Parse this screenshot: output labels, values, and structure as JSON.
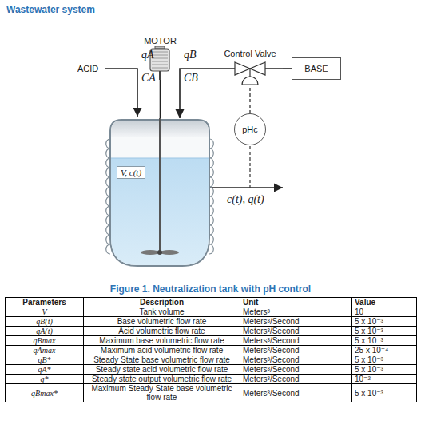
{
  "diagram": {
    "title": "Wastewater system",
    "caption": "Figure 1. Neutralization tank with pH control",
    "nodes": [
      {
        "text": [
          "MOTOR"
        ]
      },
      {
        "text": [
          "V, c(t)"
        ]
      },
      {
        "text": [
          "Control Valve"
        ]
      },
      {
        "text": [
          "BASE"
        ]
      },
      {
        "text": [
          "pHc"
        ]
      }
    ],
    "edges": [
      {
        "from": 0,
        "to": 1,
        "arrow": "none"
      },
      {
        "from": 3,
        "to": 2,
        "arrow": "none"
      },
      {
        "from": 2,
        "to": 1,
        "arrow": "to"
      },
      {
        "from": 4,
        "to": 2,
        "arrow": "none"
      }
    ],
    "labels": [
      "ACID",
      "qA",
      "CA",
      "qB",
      "CB",
      "c(t), q(t)",
      "Parameters",
      "Description",
      "Unit",
      "Value",
      "V",
      "Tank volume",
      "Meters³",
      "10",
      "qB(t)",
      "Base volumetric flow rate",
      "Meters³/Second",
      "5 x 10⁻³",
      "qA(t)",
      "Acid volumetric flow rate",
      "Meters³/Second",
      "5 x 10⁻³",
      "qBmax",
      "Maximum base volumetric flow rate",
      "Meters³/Second",
      "5 x 10⁻³",
      "qAmax",
      "Maximum acid volumetric flow rate",
      "Meters³/Second",
      "25 x 10⁻⁴",
      "qB*",
      "Steady State base volumetric flow rate",
      "Meters³/Second",
      "5 x 10⁻³",
      "qA*",
      "Steady state acid volumetric flow rate",
      "Meters³/Second",
      "5 x 10⁻³",
      "q*",
      "Steady state output volumetric flow rate",
      "Meters³/Second",
      "10⁻²",
      "qBmax*",
      "Maximum Steady State base volumetric flow rate",
      "Meters³/Second",
      "5 x 10⁻³"
    ]
  }
}
